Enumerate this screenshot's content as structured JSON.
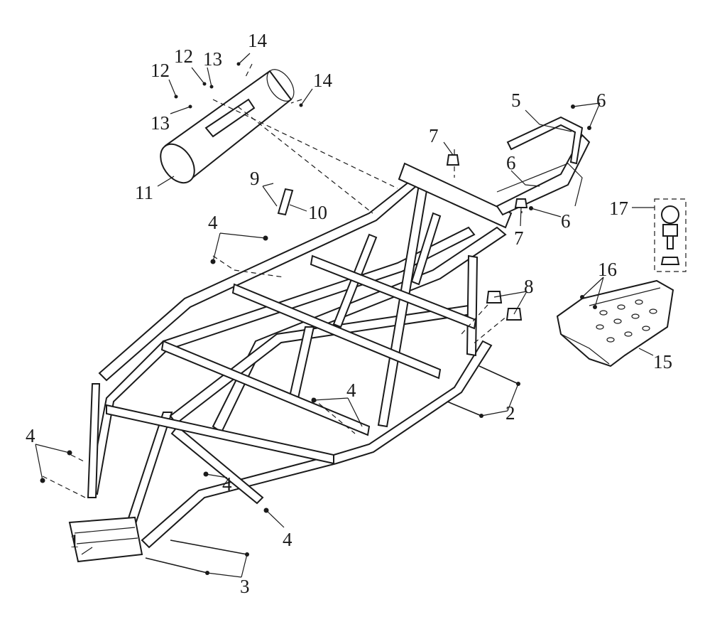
{
  "diagram": {
    "callouts": [
      {
        "id": "c1",
        "text": "1"
      },
      {
        "id": "c2",
        "text": "2"
      },
      {
        "id": "c3",
        "text": "3"
      },
      {
        "id": "c4a",
        "text": "4"
      },
      {
        "id": "c4b",
        "text": "4"
      },
      {
        "id": "c4c",
        "text": "4"
      },
      {
        "id": "c4d",
        "text": "4"
      },
      {
        "id": "c4e",
        "text": "4"
      },
      {
        "id": "c5",
        "text": "5"
      },
      {
        "id": "c6a",
        "text": "6"
      },
      {
        "id": "c6b",
        "text": "6"
      },
      {
        "id": "c6c",
        "text": "6"
      },
      {
        "id": "c7a",
        "text": "7"
      },
      {
        "id": "c7b",
        "text": "7"
      },
      {
        "id": "c8",
        "text": "8"
      },
      {
        "id": "c9",
        "text": "9"
      },
      {
        "id": "c10",
        "text": "10"
      },
      {
        "id": "c11",
        "text": "11"
      },
      {
        "id": "c12a",
        "text": "12"
      },
      {
        "id": "c12b",
        "text": "12"
      },
      {
        "id": "c13a",
        "text": "13"
      },
      {
        "id": "c13b",
        "text": "13"
      },
      {
        "id": "c14a",
        "text": "14"
      },
      {
        "id": "c14b",
        "text": "14"
      },
      {
        "id": "c15",
        "text": "15"
      },
      {
        "id": "c16",
        "text": "16"
      },
      {
        "id": "c17",
        "text": "17"
      }
    ]
  }
}
